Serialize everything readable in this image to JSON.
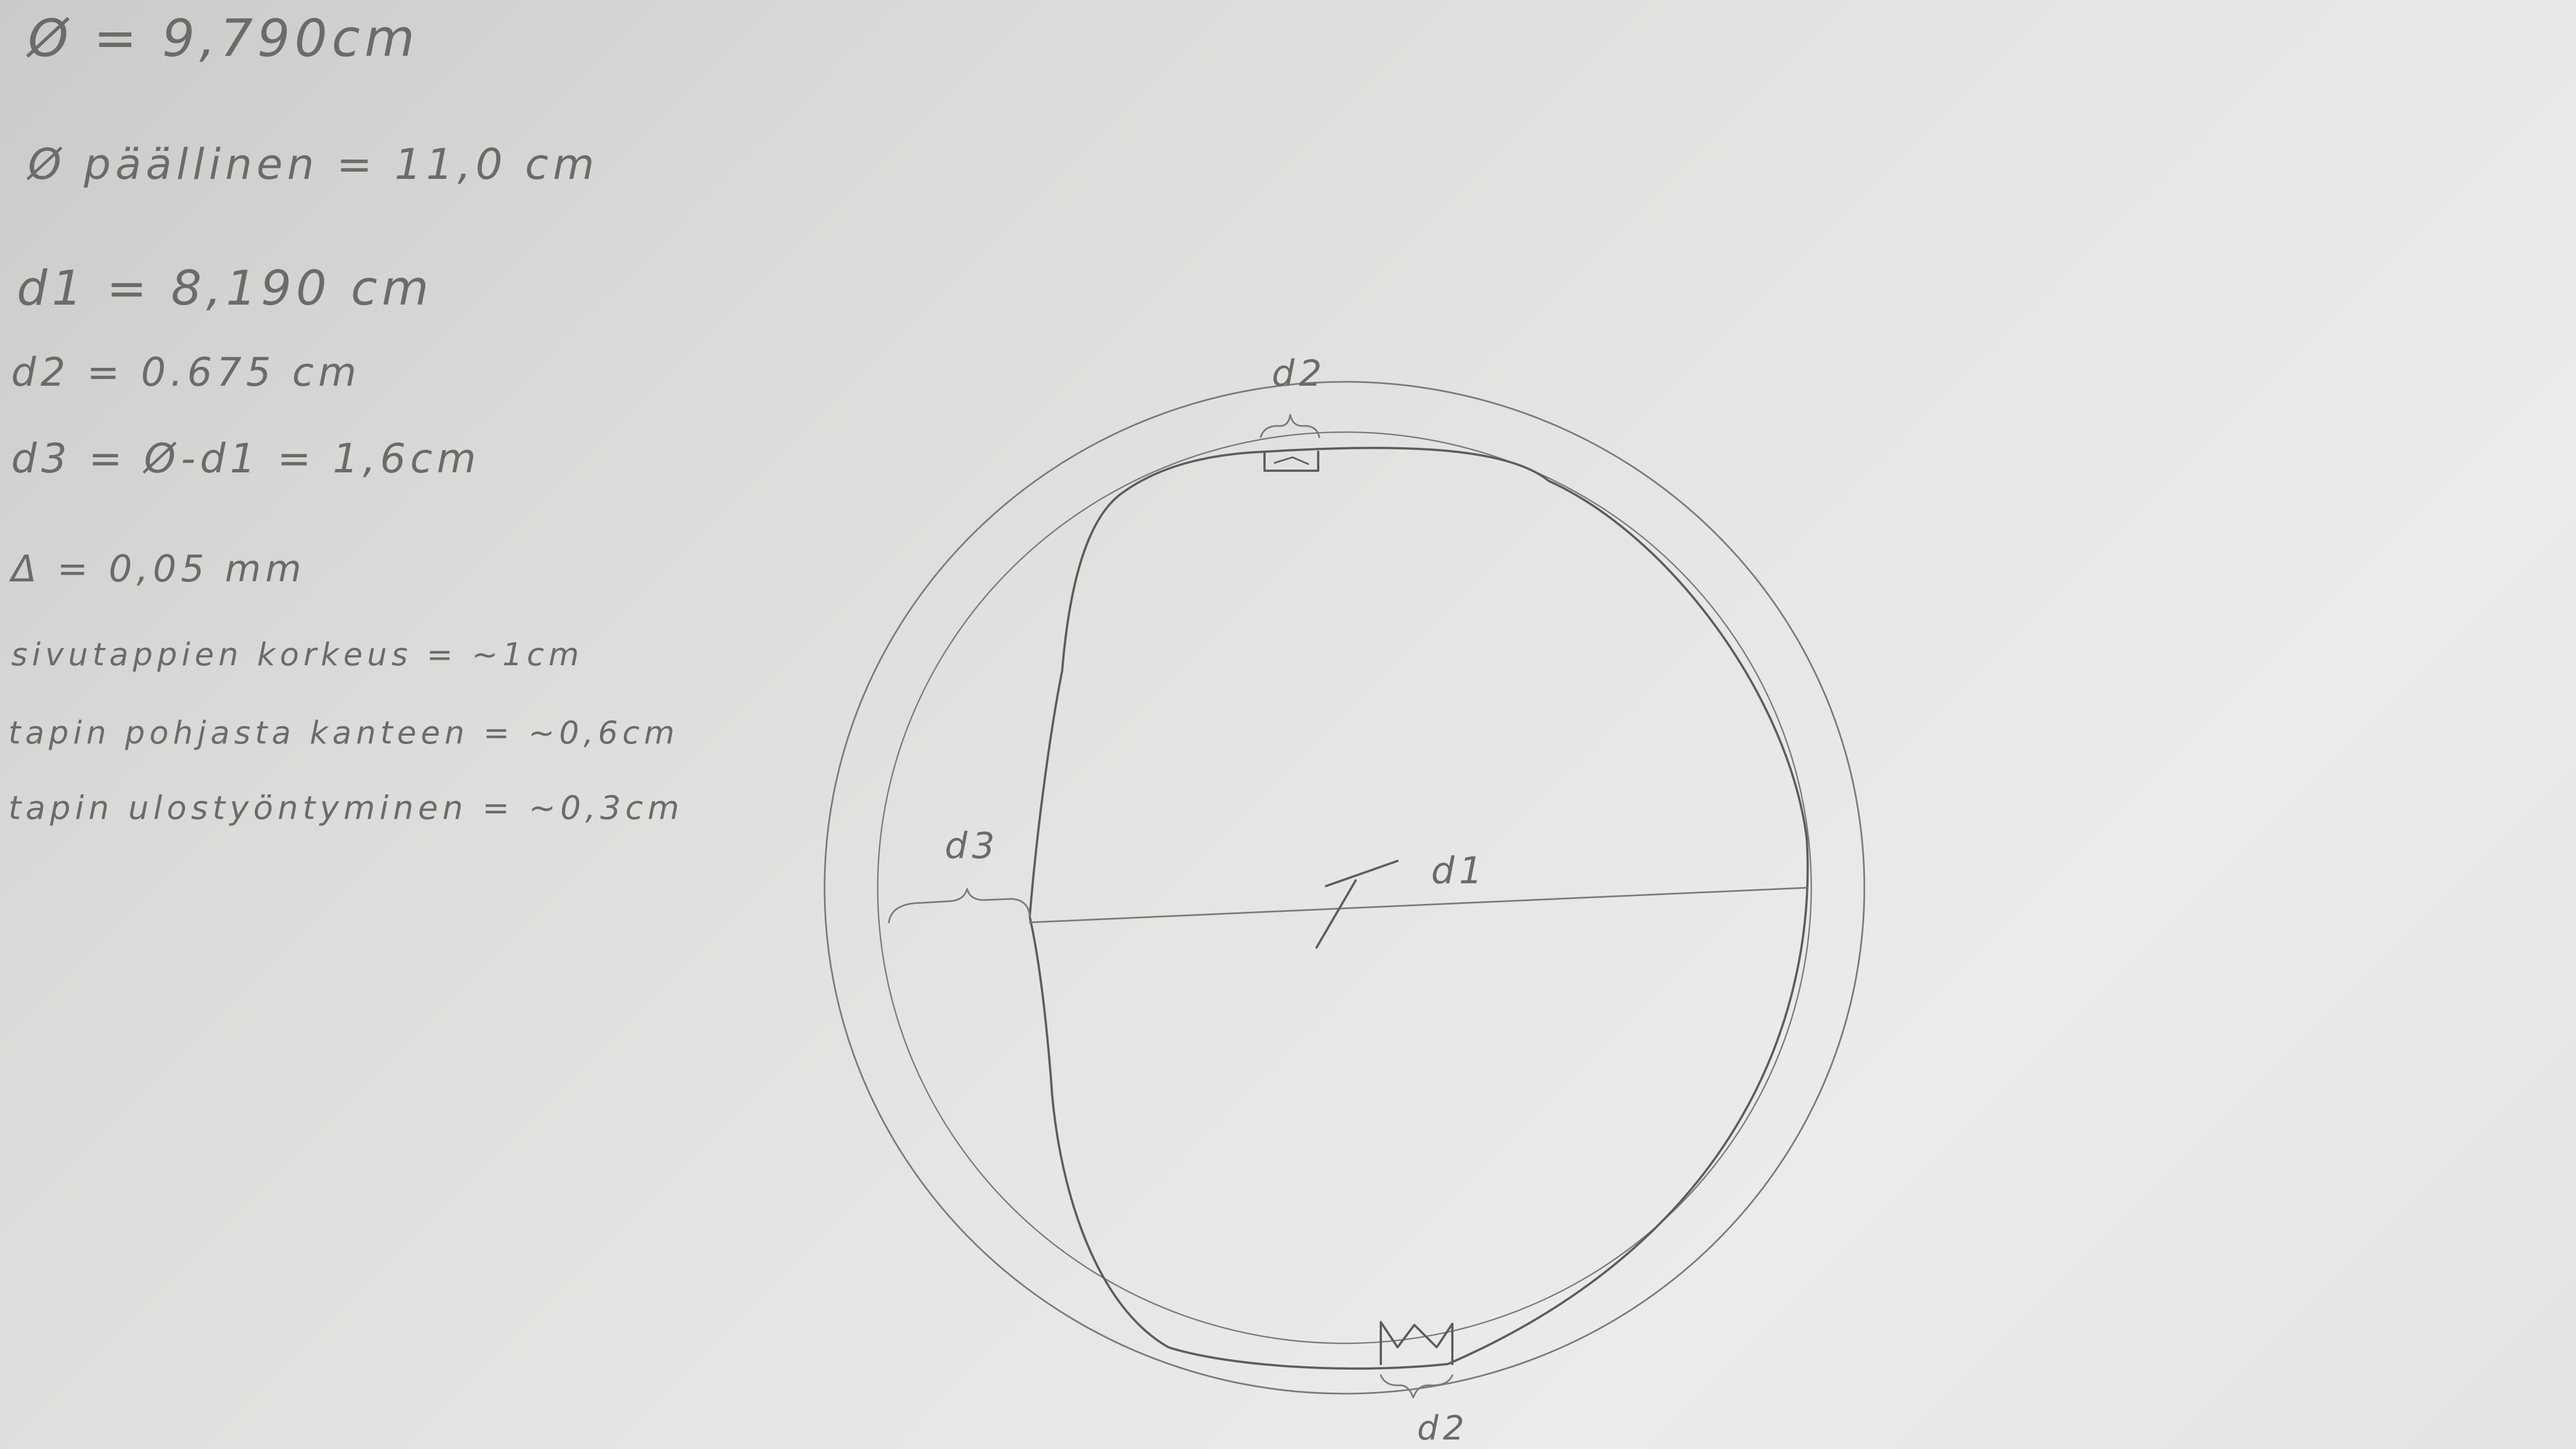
{
  "notes": {
    "line1": "Ø = 9,790cm",
    "line2": "Ø päällinen = 11,0 cm",
    "line3": "d1 = 8,190 cm",
    "line4": "d2 = 0.675 cm",
    "line5": "d3 = Ø-d1 = 1,6cm",
    "line6": "Δ = 0,05 mm",
    "line7": "sivutappien korkeus = ~1cm",
    "line8": "tapin pohjasta kanteen = ~0,6cm",
    "line9": "tapin ulostyöntyminen = ~0,3cm"
  },
  "drawing": {
    "label_d2_top": "d2",
    "label_d3": "d3",
    "label_d1": "d1",
    "label_d2_bottom": "d2"
  },
  "colors": {
    "paper": "#e6e7e4",
    "pencil": "#6a6c6b"
  }
}
